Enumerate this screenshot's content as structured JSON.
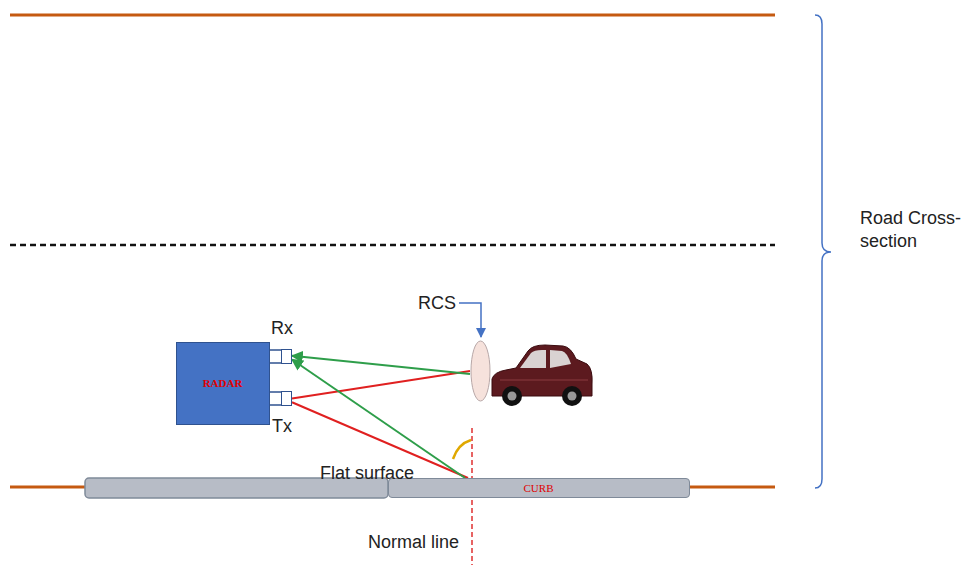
{
  "diagram": {
    "nodes": [
      {
        "text": [
          "RADAR"
        ]
      },
      {
        "text": [
          "Rx"
        ]
      },
      {
        "text": [
          "Tx"
        ]
      },
      {
        "text": [
          "RCS"
        ]
      },
      {
        "text": [
          "CURB"
        ]
      }
    ],
    "edges": [
      {
        "from": 2,
        "to": 3,
        "arrow": "none"
      },
      {
        "from": 3,
        "to": 1,
        "arrow": "to"
      },
      {
        "from": 2,
        "to": 4,
        "arrow": "none"
      },
      {
        "from": 4,
        "to": 1,
        "arrow": "to"
      }
    ],
    "labels": [
      "Flat surface",
      "Normal line",
      "Road Cross-section"
    ]
  }
}
